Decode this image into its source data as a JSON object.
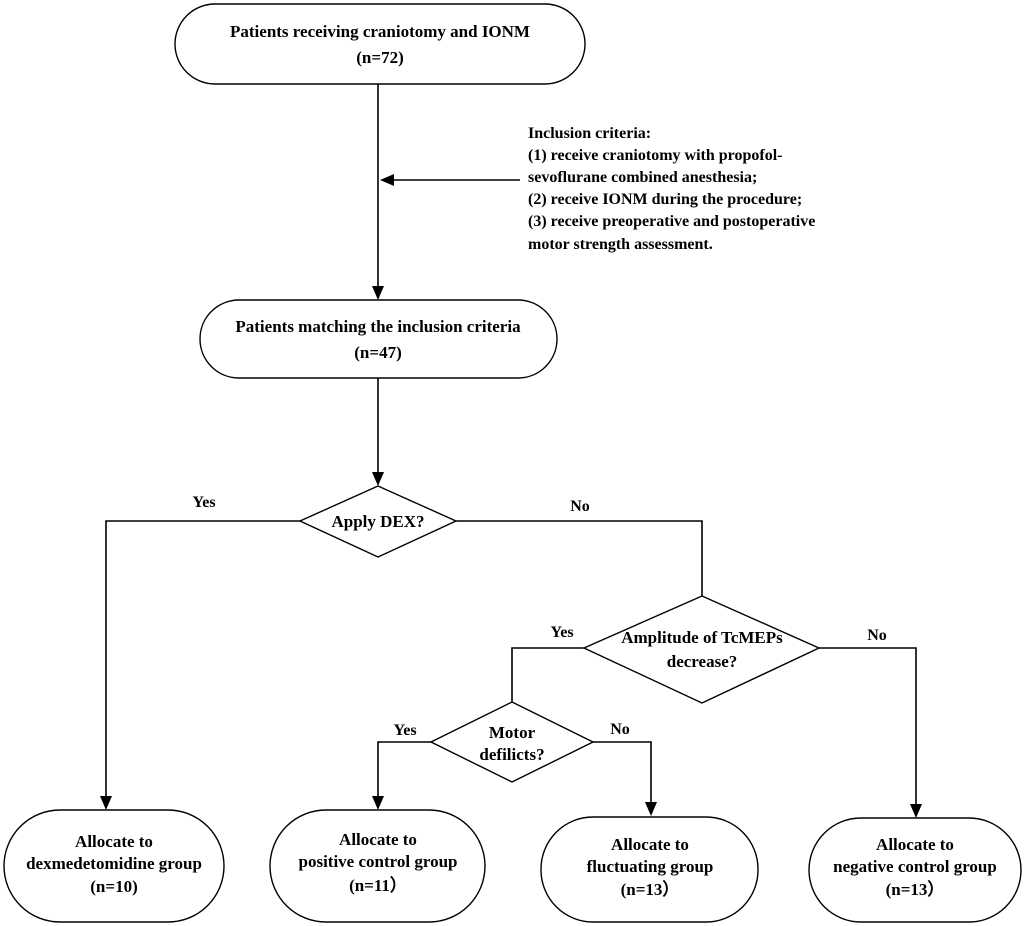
{
  "nodes": {
    "start": {
      "line1": "Patients receiving craniotomy and IONM",
      "line2": "(n=72)"
    },
    "inclusion": {
      "title": "Inclusion criteria:",
      "line1": "(1) receive craniotomy with propofol-",
      "line2": "sevoflurane combined anesthesia;",
      "line3": "(2) receive IONM during the procedure;",
      "line4": "(3) receive preoperative and postoperative",
      "line5": "motor strength assessment."
    },
    "matched": {
      "line1": "Patients matching the inclusion criteria",
      "line2": "(n=47)"
    },
    "decision_dex": {
      "label": "Apply DEX?"
    },
    "decision_tcmep": {
      "line1": "Amplitude of TcMEPs",
      "line2": "decrease?"
    },
    "decision_motor": {
      "line1": "Motor",
      "line2": "defilicts?"
    },
    "group_dex": {
      "line1": "Allocate to",
      "line2": "dexmedetomidine group",
      "line3": "(n=10)"
    },
    "group_positive": {
      "line1": "Allocate to",
      "line2": "positive control group",
      "line3": "(n=11）"
    },
    "group_fluctuating": {
      "line1": "Allocate to",
      "line2": "fluctuating group",
      "line3": "(n=13）"
    },
    "group_negative": {
      "line1": "Allocate to",
      "line2": "negative control group",
      "line3": "(n=13）"
    }
  },
  "edge_labels": {
    "dex_yes": "Yes",
    "dex_no": "No",
    "tcmep_yes": "Yes",
    "tcmep_no": "No",
    "motor_yes": "Yes",
    "motor_no": "No"
  }
}
